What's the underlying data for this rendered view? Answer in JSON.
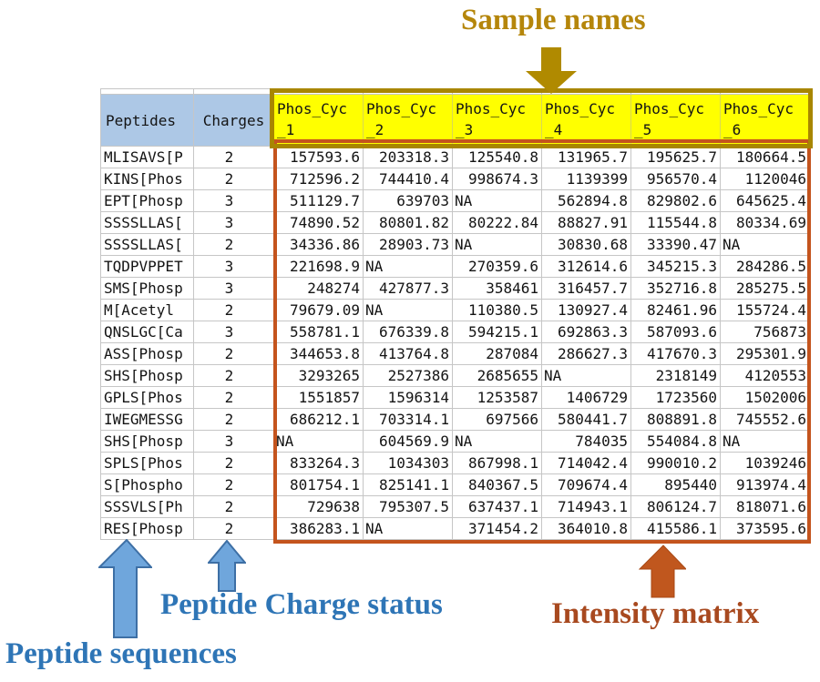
{
  "annotations": {
    "sample_names_label": "Sample names",
    "peptide_sequences_label": "Peptide sequences",
    "peptide_charge_label": "Peptide Charge status",
    "intensity_matrix_label": "Intensity matrix"
  },
  "colors": {
    "header_fill_blue": "#adc8e6",
    "sample_header_fill": "#ffff00",
    "sample_box_border": "#a88600",
    "matrix_box_border": "#c4541d",
    "gold_label": "#b5860b",
    "blue_label": "#2e75b6",
    "orange_label": "#a8491f",
    "blue_arrow_fill": "#6fa6dc",
    "blue_arrow_stroke": "#3d6fa5",
    "gold_arrow_fill": "#b08a00",
    "orange_arrow_fill": "#c0571e"
  },
  "table": {
    "peptide_header": "Peptides",
    "charge_header": "Charges",
    "sample_headers": [
      {
        "top": "Phos_Cyc",
        "bottom": "_1"
      },
      {
        "top": "Phos_Cyc",
        "bottom": "_2"
      },
      {
        "top": "Phos_Cyc",
        "bottom": "_3"
      },
      {
        "top": "Phos_Cyc",
        "bottom": "_4"
      },
      {
        "top": "Phos_Cyc",
        "bottom": "_5"
      },
      {
        "top": "Phos_Cyc",
        "bottom": "_6"
      }
    ],
    "rows": [
      {
        "peptide": "MLISAVS[P",
        "charge": "2",
        "values": [
          "157593.6",
          "203318.3",
          "125540.8",
          "131965.7",
          "195625.7",
          "180664.5"
        ]
      },
      {
        "peptide": "KINS[Phos",
        "charge": "2",
        "values": [
          "712596.2",
          "744410.4",
          "998674.3",
          "1139399",
          "956570.4",
          "1120046"
        ]
      },
      {
        "peptide": "EPT[Phosp",
        "charge": "3",
        "values": [
          "511129.7",
          "639703",
          "NA",
          "562894.8",
          "829802.6",
          "645625.4"
        ]
      },
      {
        "peptide": "SSSSLLAS[",
        "charge": "3",
        "values": [
          "74890.52",
          "80801.82",
          "80222.84",
          "88827.91",
          "115544.8",
          "80334.69"
        ]
      },
      {
        "peptide": "SSSSLLAS[",
        "charge": "2",
        "values": [
          "34336.86",
          "28903.73",
          "NA",
          "30830.68",
          "33390.47",
          "NA"
        ]
      },
      {
        "peptide": "TQDPVPPET",
        "charge": "3",
        "values": [
          "221698.9",
          "NA",
          "270359.6",
          "312614.6",
          "345215.3",
          "284286.5"
        ]
      },
      {
        "peptide": "SMS[Phosp",
        "charge": "3",
        "values": [
          "248274",
          "427877.3",
          "358461",
          "316457.7",
          "352716.8",
          "285275.5"
        ]
      },
      {
        "peptide": "M[Acetyl",
        "charge": "2",
        "values": [
          "79679.09",
          "NA",
          "110380.5",
          "130927.4",
          "82461.96",
          "155724.4"
        ]
      },
      {
        "peptide": "QNSLGC[Ca",
        "charge": "3",
        "values": [
          "558781.1",
          "676339.8",
          "594215.1",
          "692863.3",
          "587093.6",
          "756873"
        ]
      },
      {
        "peptide": "ASS[Phosp",
        "charge": "2",
        "values": [
          "344653.8",
          "413764.8",
          "287084",
          "286627.3",
          "417670.3",
          "295301.9"
        ]
      },
      {
        "peptide": "SHS[Phosp",
        "charge": "2",
        "values": [
          "3293265",
          "2527386",
          "2685655",
          "NA",
          "2318149",
          "4120553"
        ]
      },
      {
        "peptide": "GPLS[Phos",
        "charge": "2",
        "values": [
          "1551857",
          "1596314",
          "1253587",
          "1406729",
          "1723560",
          "1502006"
        ]
      },
      {
        "peptide": "IWEGMESSG",
        "charge": "2",
        "values": [
          "686212.1",
          "703314.1",
          "697566",
          "580441.7",
          "808891.8",
          "745552.6"
        ]
      },
      {
        "peptide": "SHS[Phosp",
        "charge": "3",
        "values": [
          "NA",
          "604569.9",
          "NA",
          "784035",
          "554084.8",
          "NA"
        ]
      },
      {
        "peptide": "SPLS[Phos",
        "charge": "2",
        "values": [
          "833264.3",
          "1034303",
          "867998.1",
          "714042.4",
          "990010.2",
          "1039246"
        ]
      },
      {
        "peptide": "S[Phospho",
        "charge": "2",
        "values": [
          "801754.1",
          "825141.1",
          "840367.5",
          "709674.4",
          "895440",
          "913974.4"
        ]
      },
      {
        "peptide": "SSSVLS[Ph",
        "charge": "2",
        "values": [
          "729638",
          "795307.5",
          "637437.1",
          "714943.1",
          "806124.7",
          "818071.6"
        ]
      },
      {
        "peptide": "RES[Phosp",
        "charge": "2",
        "values": [
          "386283.1",
          "NA",
          "371454.2",
          "364010.8",
          "415586.1",
          "373595.6"
        ]
      }
    ]
  }
}
